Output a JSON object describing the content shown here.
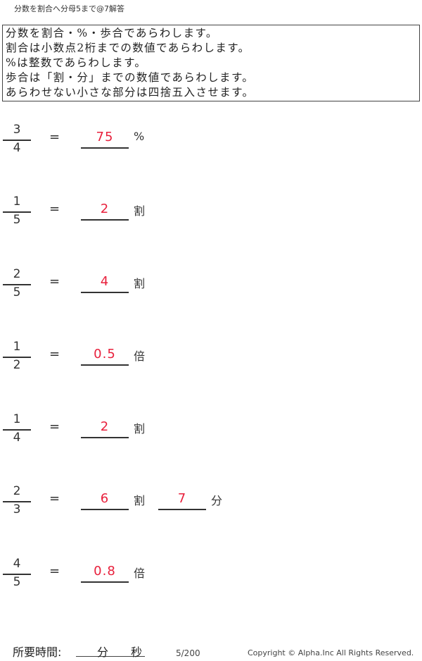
{
  "header": {
    "title": "分数を割合へ分母5まで@7解答"
  },
  "instructions": [
    "分数を割合・%・歩合であらわします。",
    "割合は小数点2桁までの数値であらわします。",
    "%は整数であらわします。",
    "歩合は「割・分」までの数値であらわします。",
    "あらわせない小さな部分は四捨五入させます。"
  ],
  "equals": "=",
  "problems": [
    {
      "numerator": "3",
      "denominator": "4",
      "answer": "75",
      "unit": "%"
    },
    {
      "numerator": "1",
      "denominator": "5",
      "answer": "2",
      "unit": "割"
    },
    {
      "numerator": "2",
      "denominator": "5",
      "answer": "4",
      "unit": "割"
    },
    {
      "numerator": "1",
      "denominator": "2",
      "answer": "0.5",
      "unit": "倍"
    },
    {
      "numerator": "1",
      "denominator": "4",
      "answer": "2",
      "unit": "割"
    },
    {
      "numerator": "2",
      "denominator": "3",
      "answer": "6",
      "unit": "割",
      "answer2": "7",
      "unit2": "分"
    },
    {
      "numerator": "4",
      "denominator": "5",
      "answer": "0.8",
      "unit": "倍"
    }
  ],
  "footer": {
    "time_label": "所要時間:",
    "minutes": "分",
    "seconds": "秒",
    "page": "5/200",
    "copyright": "Copyright ©  Alpha.Inc All Rights Reserved."
  },
  "colors": {
    "answer": "#e8203c"
  }
}
